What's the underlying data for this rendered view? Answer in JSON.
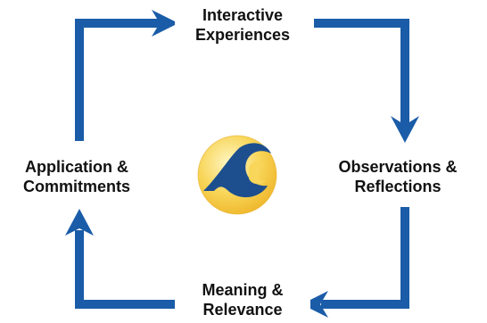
{
  "diagram": {
    "nodes": [
      {
        "id": "top",
        "lines": [
          "Interactive",
          "Experiences"
        ]
      },
      {
        "id": "right",
        "lines": [
          "Observations &",
          "Reflections"
        ]
      },
      {
        "id": "bottom",
        "lines": [
          "Meaning &",
          "Relevance"
        ]
      },
      {
        "id": "left",
        "lines": [
          "Application &",
          "Commitments"
        ]
      }
    ],
    "edges": [
      {
        "from": "left",
        "to": "top",
        "direction": "clockwise"
      },
      {
        "from": "top",
        "to": "right",
        "direction": "clockwise"
      },
      {
        "from": "right",
        "to": "bottom",
        "direction": "clockwise"
      },
      {
        "from": "bottom",
        "to": "left",
        "direction": "clockwise"
      }
    ],
    "center_logo": "wave-logo-icon",
    "colors": {
      "arrow": "#1a5ca8",
      "text": "#111111",
      "logo_wave": "#1d4f8f",
      "logo_light": "#fff6c4",
      "logo_dark": "#efb62a"
    }
  }
}
